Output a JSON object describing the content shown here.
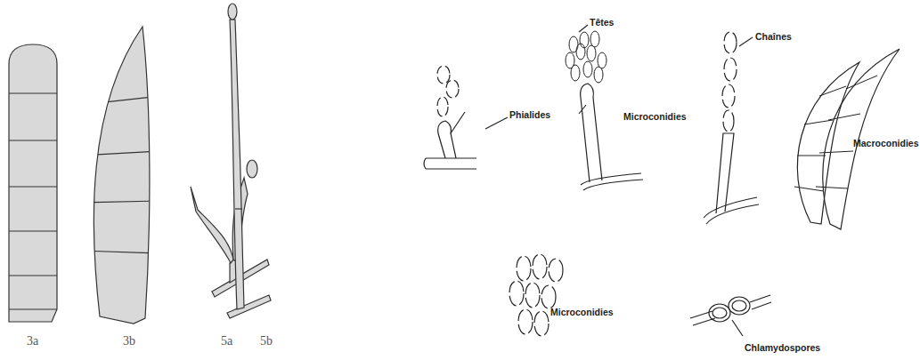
{
  "diagram": {
    "labels": [
      "3a",
      "3b",
      "5a",
      "5b",
      "Phialides",
      "Têtes",
      "Microconidies",
      "Chaînes",
      "Macroconidies",
      "Microconidies",
      "Chlamydospores"
    ]
  }
}
